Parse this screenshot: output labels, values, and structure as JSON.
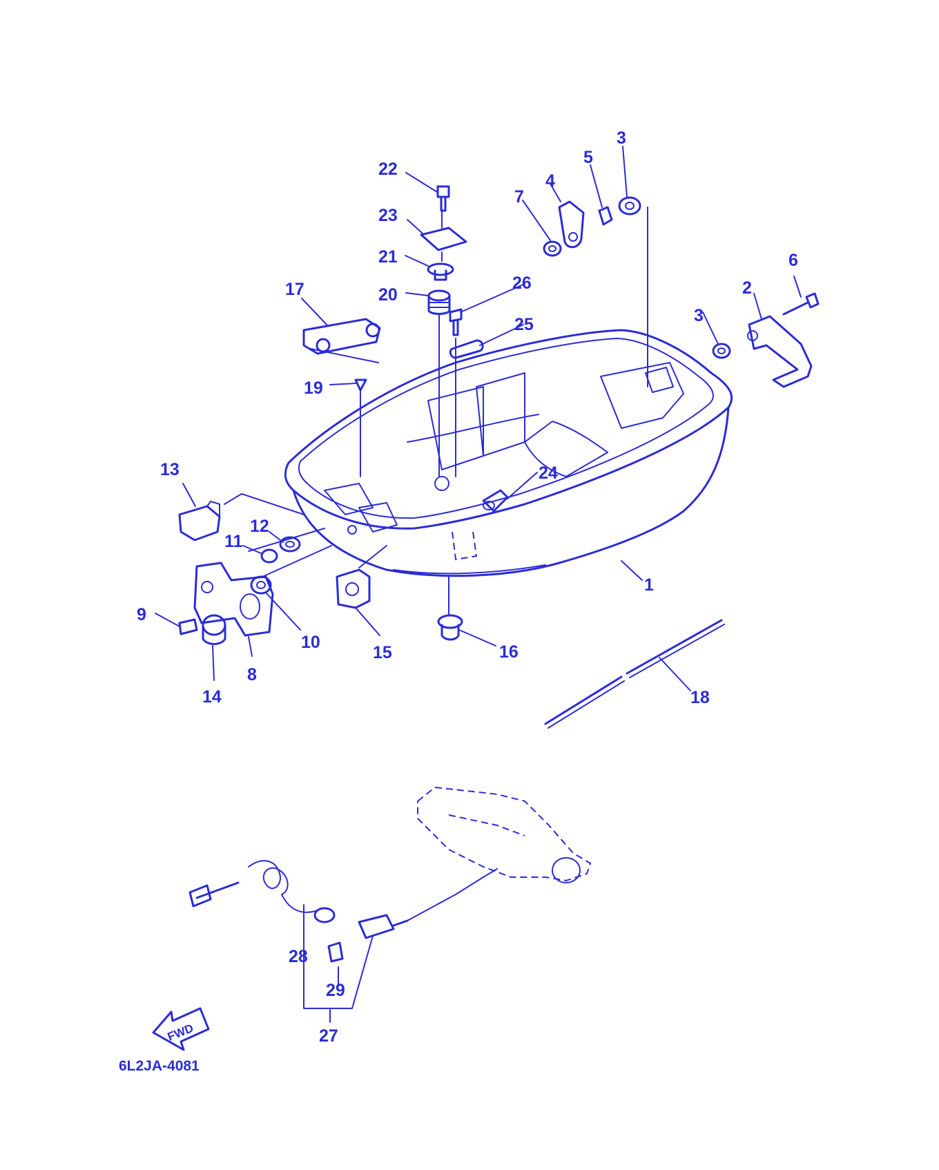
{
  "callouts": {
    "c1": "1",
    "c2": "2",
    "c3a": "3",
    "c3b": "3",
    "c4": "4",
    "c5": "5",
    "c6": "6",
    "c7": "7",
    "c8": "8",
    "c9": "9",
    "c10": "10",
    "c11": "11",
    "c12": "12",
    "c13": "13",
    "c14": "14",
    "c15": "15",
    "c16": "16",
    "c17": "17",
    "c18": "18",
    "c19": "19",
    "c20": "20",
    "c21": "21",
    "c22": "22",
    "c23": "23",
    "c24": "24",
    "c25": "25",
    "c26": "26",
    "c27": "27",
    "c28": "28",
    "c29": "29"
  },
  "fwd_label": "FWD",
  "diagram_code": "6L2JA-4081",
  "colors": {
    "ink": "#2b2bd8",
    "background": "#ffffff"
  }
}
